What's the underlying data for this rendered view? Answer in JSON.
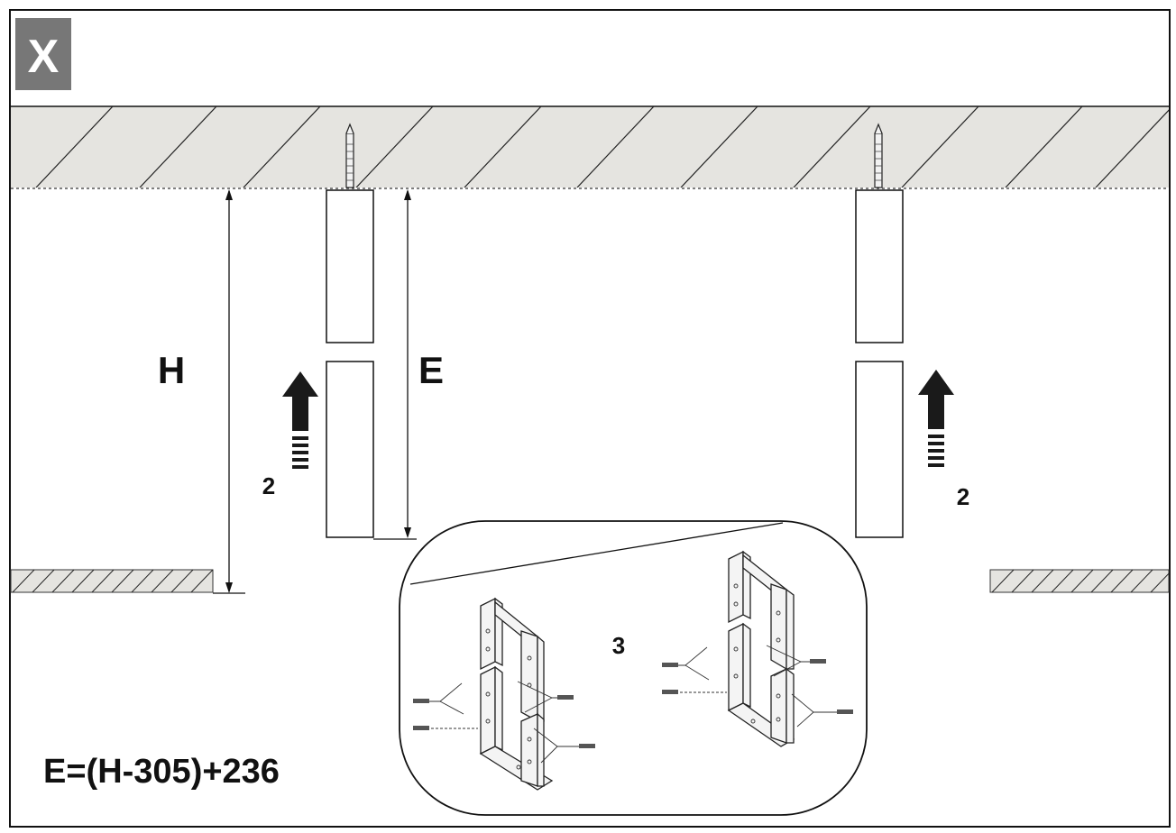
{
  "step_badge": {
    "label": "X",
    "bg": "#777777",
    "fg": "#ffffff"
  },
  "labels": {
    "height": "H",
    "extension": "E",
    "step_up_left": "2",
    "step_up_right": "2",
    "step_detail": "3",
    "formula": "E=(H-305)+236"
  },
  "colors": {
    "ceiling_fill": "#e5e4e0",
    "line": "#111111",
    "arrow": "#1a1a1a",
    "background": "#ffffff"
  }
}
